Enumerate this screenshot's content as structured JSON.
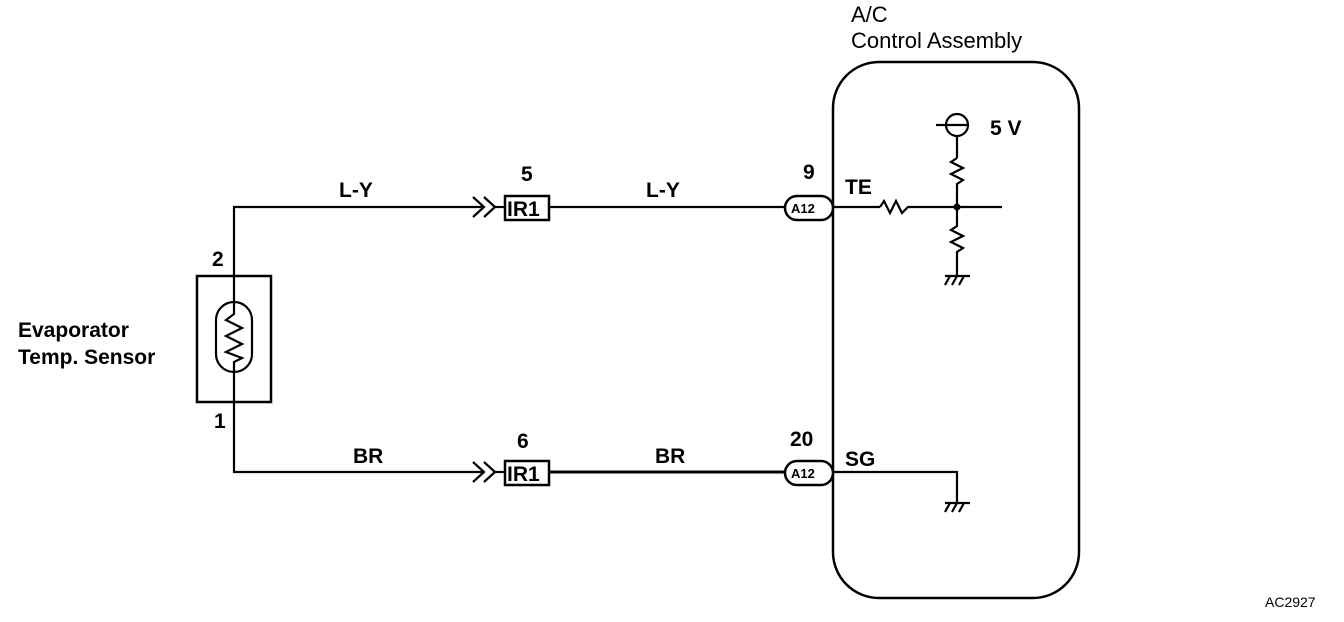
{
  "control_unit": {
    "title_line1": "A/C",
    "title_line2": "Control Assembly"
  },
  "sensor": {
    "label_line1": "Evaporator",
    "label_line2": "Temp. Sensor",
    "pin_top": "2",
    "pin_bottom": "1"
  },
  "wires": {
    "top_left_color": "L-Y",
    "top_right_color": "L-Y",
    "bottom_left_color": "BR",
    "bottom_right_color": "BR"
  },
  "connectors": {
    "ir1_top_pin": "5",
    "ir1_top_label": "IR1",
    "ir1_bottom_pin": "6",
    "ir1_bottom_label": "IR1",
    "a12_top_pin": "9",
    "a12_top_label": "A12",
    "a12_bottom_pin": "20",
    "a12_bottom_label": "A12"
  },
  "terminals": {
    "te": "TE",
    "sg": "SG"
  },
  "supply": {
    "voltage": "5 V"
  },
  "figure_id": "AC2927"
}
